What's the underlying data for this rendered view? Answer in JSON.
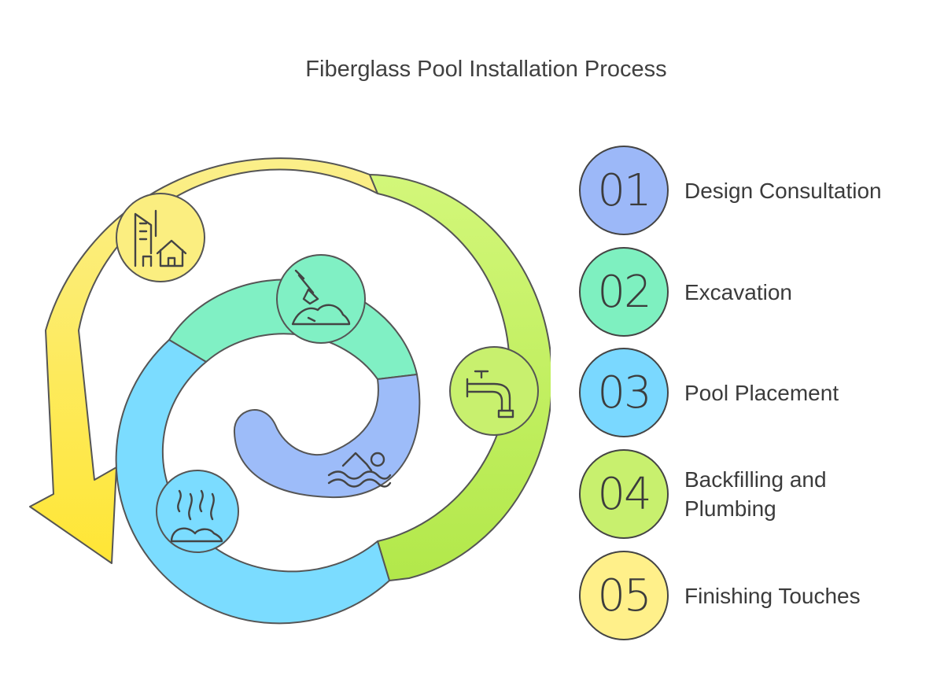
{
  "title": "Fiberglass Pool Installation Process",
  "steps": [
    {
      "number": "01",
      "label": "Design Consultation",
      "color": "#9CB8F8",
      "icon": "house-blueprint-icon"
    },
    {
      "number": "02",
      "label": "Excavation",
      "color": "#7EF0C0",
      "icon": "shovel-dirt-icon"
    },
    {
      "number": "03",
      "label": "Pool Placement",
      "color": "#7AD8FF",
      "icon": "swimmer-icon"
    },
    {
      "number": "04",
      "label": "Backfilling and Plumbing",
      "color": "#C8F06E",
      "icon": "pipe-faucet-icon"
    },
    {
      "number": "05",
      "label": "Finishing Touches",
      "color": "#FFF08A",
      "icon": "steam-rocks-icon"
    }
  ],
  "colors": {
    "outline": "#444444",
    "arc_yellow": "#FBEE80",
    "arc_green": "#C6F06A",
    "arc_mint": "#80F0C4",
    "arc_sky": "#7BDCFF",
    "arc_blue": "#9DBCF9"
  }
}
